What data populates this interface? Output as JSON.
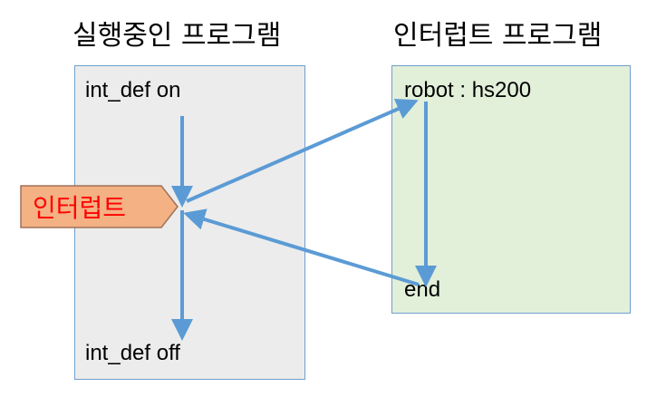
{
  "titles": {
    "running_program": "실행중인 프로그램",
    "interrupt_program": "인터럽트 프로그램"
  },
  "main_program": {
    "line_start": "int_def on",
    "line_end": "int_def off"
  },
  "interrupt_program": {
    "line_start": "robot : hs200",
    "line_end": "end"
  },
  "interrupt_tag": {
    "label": "인터럽트",
    "color": "#ff0000",
    "fill": "#f4b183"
  },
  "colors": {
    "arrow": "#5b9bd5",
    "main_box": "#ececec",
    "interrupt_box": "#e2efd9"
  }
}
